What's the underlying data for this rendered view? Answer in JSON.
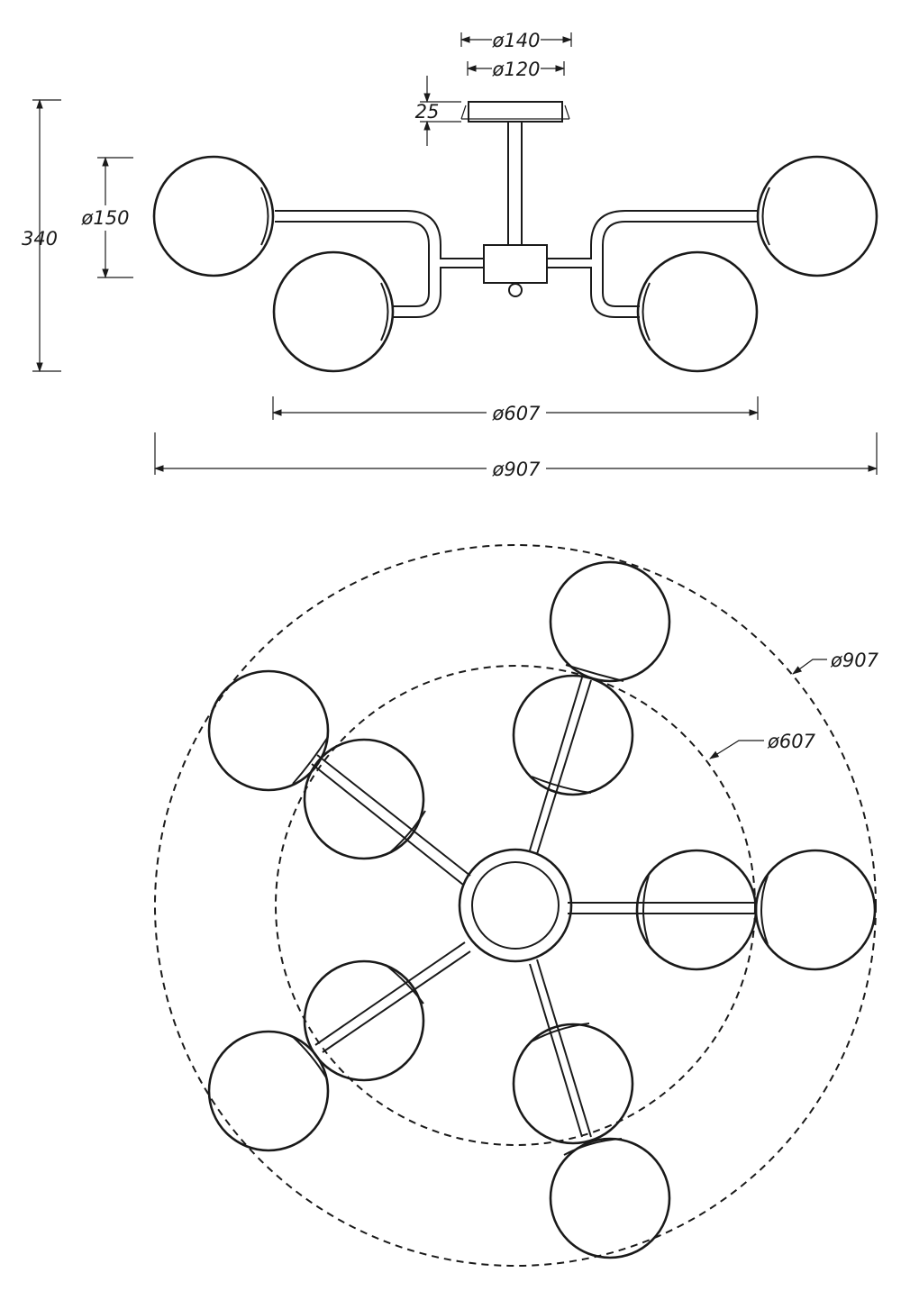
{
  "side_view": {
    "dims": {
      "mount_outer": "ø140",
      "mount_inner": "ø120",
      "mount_thickness": "25",
      "height": "340",
      "globe": "ø150",
      "inner_span": "ø607",
      "outer_span": "ø907"
    }
  },
  "top_view": {
    "dims": {
      "outer_circle": "ø907",
      "inner_circle": "ø607"
    }
  }
}
